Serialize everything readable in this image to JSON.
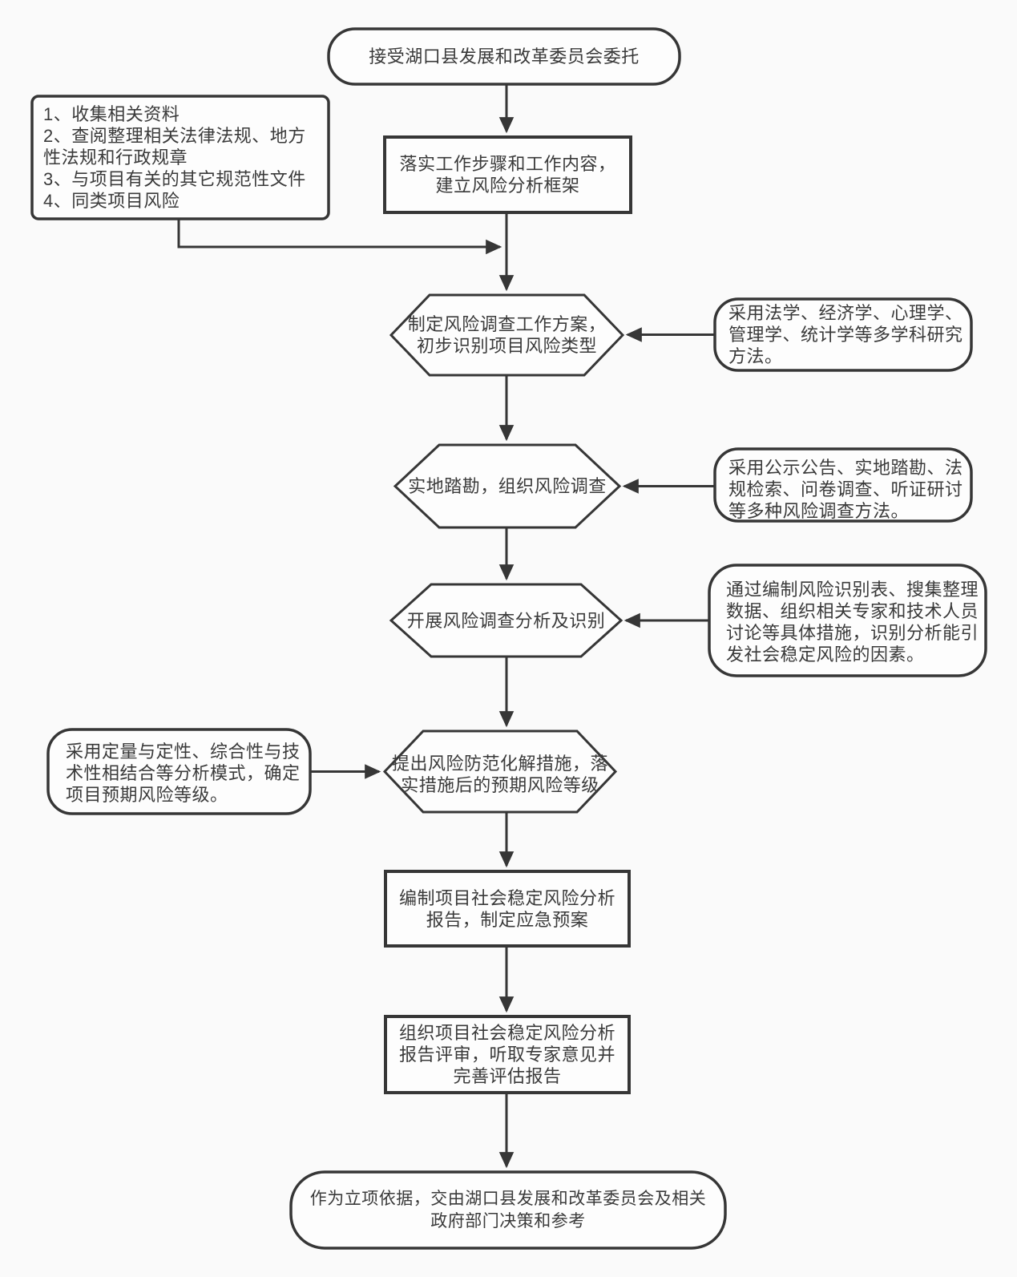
{
  "diagram": {
    "type": "flowchart",
    "colors": {
      "stroke": "#363636",
      "text": "#3a3a3a",
      "background": "#fafafa",
      "shape_fill": "#fdfdfd"
    },
    "nodes": {
      "accept": {
        "shape": "stadium",
        "text": "接受湖口县发展和改革委员会委托"
      },
      "framework": {
        "shape": "rectangle",
        "text": "落实工作步骤和工作内容，\n建立风险分析框架"
      },
      "plan": {
        "shape": "hexagon",
        "text": "制定风险调查工作方案，\n初步识别项目风险类型"
      },
      "survey": {
        "shape": "hexagon",
        "text": "实地踏勘，组织风险调查"
      },
      "identify": {
        "shape": "hexagon",
        "text": "开展风险调查分析及识别"
      },
      "measures": {
        "shape": "hexagon",
        "text": "提出风险防范化解措施，落\n实措施后的预期风险等级"
      },
      "report": {
        "shape": "rectangle",
        "text": "编制项目社会稳定风险分析\n报告，制定应急预案"
      },
      "review": {
        "shape": "rectangle",
        "text": "组织项目社会稳定风险分析\n报告评审，听取专家意见并\n完善评估报告"
      },
      "final": {
        "shape": "stadium",
        "text": "作为立项依据，交由湖口县发展和改革委员会及相关\n政府部门决策和参考"
      },
      "note_methods": {
        "shape": "rounded",
        "text": "采用法学、经济学、心理学、\n管理学、统计学等多学科研究\n方法。"
      },
      "note_survey": {
        "shape": "rounded",
        "text": "采用公示公告、实地踏勘、法\n规检索、问卷调查、听证研讨\n等多种风险调查方法。"
      },
      "note_identify": {
        "shape": "rounded",
        "text": "通过编制风险识别表、搜集整理\n数据、组织相关专家和技术人员\n讨论等具体措施，识别分析能引\n发社会稳定风险的因素。"
      },
      "note_rating": {
        "shape": "rounded",
        "text": "采用定量与定性、综合性与技\n术性相结合等分析模式，确定\n项目预期风险等级。"
      }
    },
    "lists": {
      "materials": {
        "items": [
          "1、收集相关资料",
          "2、查阅整理相关法律法规、地方\n性法规和行政规章",
          "3、与项目有关的其它规范性文件",
          "4、同类项目风险"
        ]
      }
    }
  }
}
